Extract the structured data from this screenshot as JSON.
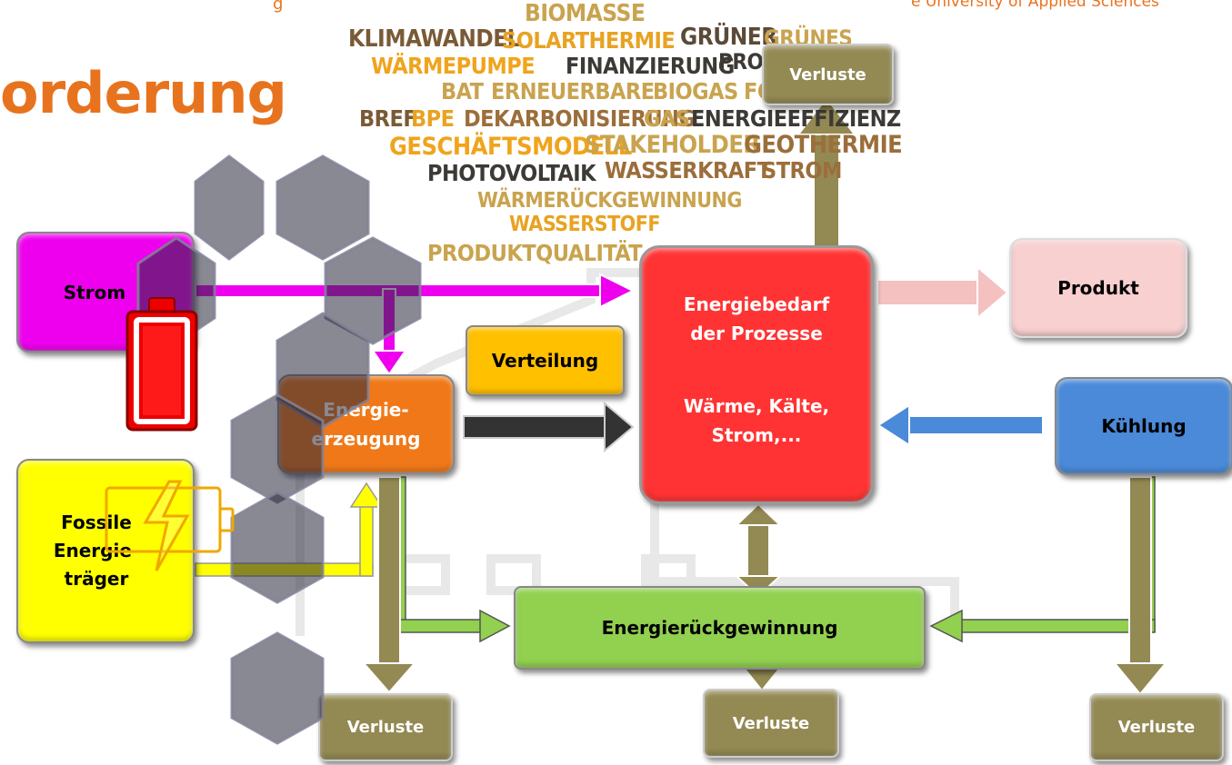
{
  "header": {
    "left_fragment": "g",
    "right_fragment": "e University of Applied Sciences"
  },
  "title": "orderung",
  "word_cloud": {
    "words": [
      {
        "text": "BIOMASSE",
        "color": "#c9a34e"
      },
      {
        "text": "KLIMAWANDEL",
        "color": "#7a5a36"
      },
      {
        "text": "SOLARTHERMIE",
        "color": "#e8a322"
      },
      {
        "text": "GRÜNER",
        "color": "#5a4a38"
      },
      {
        "text": "GRÜNES",
        "color": "#c9a34e"
      },
      {
        "text": "WÄRMEPUMPE",
        "color": "#f0a41c"
      },
      {
        "text": "FINANZIERUNG",
        "color": "#3d3a36"
      },
      {
        "text": "PRO",
        "color": "#3d3a36"
      },
      {
        "text": "BAT",
        "color": "#c9a34e"
      },
      {
        "text": "ERNEUERBARE",
        "color": "#c9a34e"
      },
      {
        "text": "BIOGAS",
        "color": "#c9a34e"
      },
      {
        "text": "FÖR",
        "color": "#c9a34e"
      },
      {
        "text": "BREF",
        "color": "#7a5a36"
      },
      {
        "text": "BPE",
        "color": "#e8a322"
      },
      {
        "text": "DEKARBONISIERUNG",
        "color": "#9b6e3a"
      },
      {
        "text": "GAS",
        "color": "#c9a34e"
      },
      {
        "text": "ENERGIEEFFIZIENZ",
        "color": "#3d3a36"
      },
      {
        "text": "GESCHÄFTSMODELL",
        "color": "#f0a41c"
      },
      {
        "text": "STAKEHOLDER",
        "color": "#c9a34e"
      },
      {
        "text": "GEOTHERMIE",
        "color": "#9b6e3a"
      },
      {
        "text": "PHOTOVOLTAIK",
        "color": "#3d3a36"
      },
      {
        "text": "WASSERKRAFT",
        "color": "#9b6e3a"
      },
      {
        "text": "STROM",
        "color": "#9b6e3a"
      },
      {
        "text": "WÄRMERÜCKGEWINNUNG",
        "color": "#c9a34e"
      },
      {
        "text": "WASSERSTOFF",
        "color": "#e8a322"
      },
      {
        "text": "PRODUKTQUALITÄT",
        "color": "#c9a34e"
      }
    ]
  },
  "nodes": {
    "strom": {
      "label": "Strom",
      "color": "#ee00ee"
    },
    "fossile": {
      "label": "Fossile\nEnergie-\nträger",
      "color": "#ffff00"
    },
    "erzeugung": {
      "label": "Energie-\nerzeugung",
      "color": "#f07818"
    },
    "verteilung": {
      "label": "Verteilung",
      "color": "#ffc000"
    },
    "bedarf": {
      "line1": "Energiebedarf",
      "line2": "der Prozesse",
      "line3": "Wärme, Kälte,",
      "line4": "Strom,...",
      "color": "#ff3333"
    },
    "produkt": {
      "label": "Produkt",
      "color": "#f8d0d0"
    },
    "kuehlung": {
      "label": "Kühlung",
      "color": "#4a8ad8"
    },
    "rueckgewinnung": {
      "label": "Energierückgewinnung",
      "color": "#92d050"
    },
    "verluste_top": {
      "label": "Verluste",
      "color": "#938953"
    },
    "verluste_1": {
      "label": "Verluste",
      "color": "#938953"
    },
    "verluste_2": {
      "label": "Verluste",
      "color": "#938953"
    },
    "verluste_3": {
      "label": "Verluste",
      "color": "#938953"
    }
  },
  "icons": [
    "battery-low-icon",
    "battery-charging-icon",
    "hexagon-icon"
  ]
}
